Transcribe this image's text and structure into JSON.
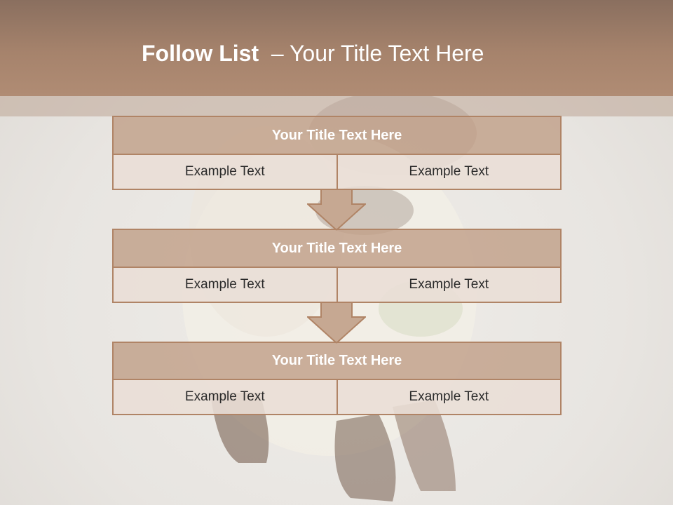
{
  "slide": {
    "title_bold": "Follow List",
    "title_rest": "  – Your Title Text Here"
  },
  "blocks": [
    {
      "title": "Your Title Text Here",
      "left": "Example Text",
      "right": "Example Text"
    },
    {
      "title": "Your Title Text Here",
      "left": "Example Text",
      "right": "Example Text"
    },
    {
      "title": "Your Title Text Here",
      "left": "Example Text",
      "right": "Example Text"
    }
  ],
  "colors": {
    "header": "#a6836c",
    "box_title_fill": "#c1a089",
    "box_border": "#b08466",
    "cell_fill": "#e9ded6",
    "arrow_fill": "#c6a892"
  }
}
